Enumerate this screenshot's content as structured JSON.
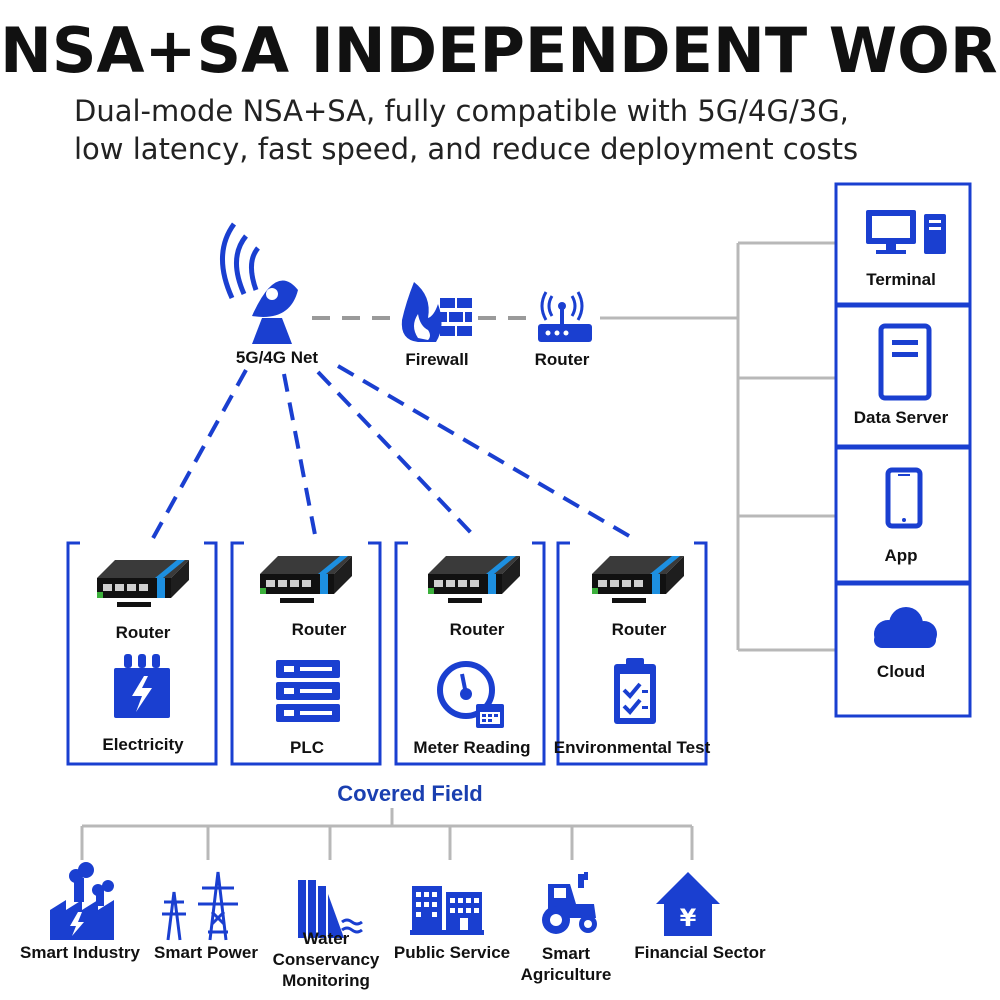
{
  "header": {
    "title": "NSA+SA INDEPENDENT WORK",
    "subtitle_line1": "Dual-mode NSA+SA, fully compatible with 5G/4G/3G,",
    "subtitle_line2": "low latency, fast speed, and reduce deployment costs"
  },
  "network": {
    "net_label": "5G/4G Net",
    "firewall_label": "Firewall",
    "router_label": "Router"
  },
  "right_panel": {
    "items": [
      {
        "label": "Terminal",
        "icon": "computer-icon"
      },
      {
        "label": "Data Server",
        "icon": "server-icon"
      },
      {
        "label": "App",
        "icon": "smartphone-icon"
      },
      {
        "label": "Cloud",
        "icon": "cloud-icon"
      }
    ]
  },
  "fields": {
    "items": [
      {
        "router_label": "Router",
        "label": "Electricity",
        "icon": "transformer-icon"
      },
      {
        "router_label": "Router",
        "label": "PLC",
        "icon": "plc-icon"
      },
      {
        "router_label": "Router",
        "label": "Meter Reading",
        "icon": "meter-icon"
      },
      {
        "router_label": "Router",
        "label": "Environmental Test",
        "icon": "clipboard-check-icon"
      }
    ]
  },
  "covered": {
    "title": "Covered Field",
    "items": [
      {
        "label": "Smart Industry",
        "icon": "factory-icon"
      },
      {
        "label": "Smart Power",
        "icon": "power-tower-icon"
      },
      {
        "label_lines": [
          "Water",
          "Conservancy",
          "Monitoring"
        ],
        "icon": "dam-icon"
      },
      {
        "label": "Public Service",
        "icon": "buildings-icon"
      },
      {
        "label_lines": [
          "Smart",
          "Agriculture"
        ],
        "icon": "tractor-icon"
      },
      {
        "label": "Financial Sector",
        "icon": "bank-icon"
      }
    ]
  },
  "colors": {
    "accent": "#1a3fd0",
    "line_gray": "#b8b8b8",
    "text": "#111111"
  }
}
